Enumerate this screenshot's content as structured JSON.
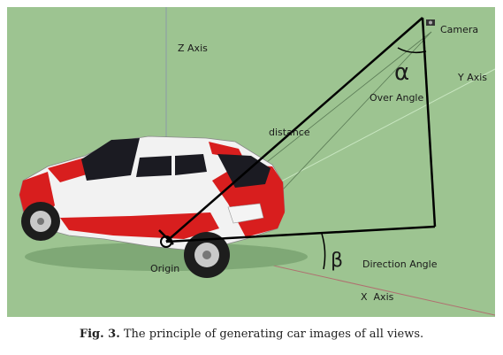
{
  "diagram": {
    "background_color": "#9dc491",
    "labels": {
      "z_axis": "Z Axis",
      "camera": "Camera",
      "y_axis": "Y Axis",
      "alpha": "α",
      "over_angle": "Over Angle",
      "distance": "distance",
      "beta": "β",
      "direction_angle": "Direction Angle",
      "origin": "Origin",
      "x_axis": "X  Axis"
    },
    "colors": {
      "line": "#000000",
      "axis_z": "#8a9aa6",
      "axis_y": "#c8e6c0",
      "axis_x": "#b07070",
      "car_body": "#f2f2f2",
      "car_stripe": "#d81e1e",
      "car_window": "#1b1b22"
    }
  },
  "caption": {
    "label": "Fig. 3.",
    "text": "The principle of generating car images of all views."
  }
}
